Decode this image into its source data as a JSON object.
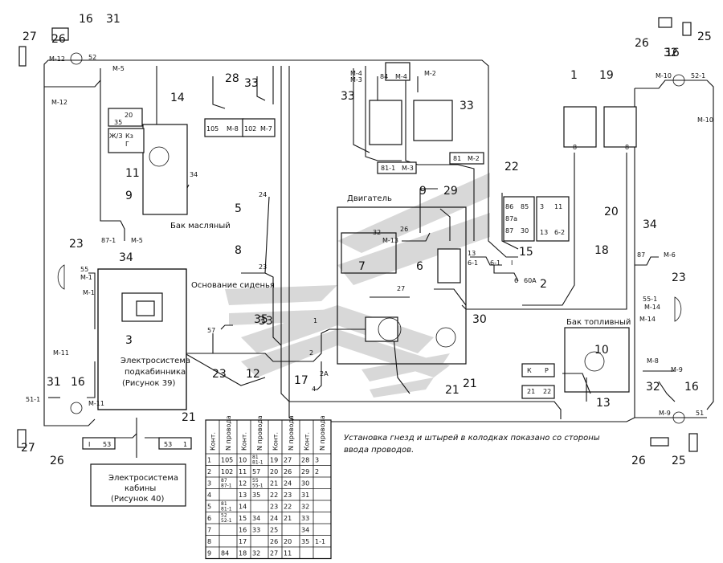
{
  "captions": {
    "engine": "Двигатель",
    "oil_tank": "Бак масляный",
    "seat_base": "Основание сиденья",
    "fuel_tank": "Бак топливный",
    "subcab_system": [
      "Электросистема",
      "подкабинника",
      "(Рисунок 39)"
    ],
    "cab_system": [
      "Электросистема",
      "кабины",
      "(Рисунок 40)"
    ],
    "note": [
      "Установка гнезд и штырей в колодках показано со стороны",
      "ввода проводов."
    ]
  },
  "part_numbers": [
    "1",
    "2",
    "3",
    "5",
    "6",
    "7",
    "8",
    "9",
    "9",
    "10",
    "11",
    "12",
    "13",
    "14",
    "15",
    "16",
    "16",
    "16",
    "16",
    "17",
    "18",
    "19",
    "20",
    "21",
    "21",
    "21",
    "22",
    "23",
    "23",
    "23",
    "25",
    "25",
    "26",
    "26",
    "26",
    "26",
    "27",
    "27",
    "28",
    "29",
    "30",
    "31",
    "31",
    "32",
    "32",
    "33",
    "33",
    "33",
    "33",
    "34",
    "34",
    "35"
  ],
  "wire_marks": [
    "M-12",
    "M-12",
    "52",
    "M-5",
    "M-4",
    "M-3",
    "M-4",
    "M-2",
    "84",
    "105",
    "M-8",
    "102",
    "M-7",
    "81-1",
    "M-3",
    "81",
    "M-2",
    "20",
    "35",
    "Ж/З",
    "Кз",
    "Г",
    "34",
    "24",
    "87-1",
    "M-5",
    "55",
    "M-1",
    "M-1",
    "26",
    "32",
    "M-13",
    "27",
    "13",
    "6-1",
    "6-1",
    "60A",
    "I",
    "6",
    "M-10",
    "52-1",
    "M-10",
    "8",
    "8",
    "87",
    "M-6",
    "55-1",
    "M-14",
    "M-14",
    "57",
    "M-11",
    "M-11",
    "51-1",
    "M-9",
    "M-9",
    "M-8",
    "51",
    "К",
    "Р",
    "21",
    "22",
    "85",
    "86",
    "87a",
    "87",
    "30",
    "3",
    "11",
    "13",
    "6-2",
    "I",
    "53",
    "53",
    "1",
    "1",
    "2",
    "2A",
    "4",
    "23"
  ],
  "table": {
    "headers": [
      "Конт.",
      "N провода",
      "Конт.",
      "N провода",
      "Конт.",
      "N провода",
      "Конт.",
      "N провода"
    ],
    "rows": [
      [
        "1",
        "105",
        "10",
        "81\n81-1",
        "19",
        "27",
        "28",
        "3"
      ],
      [
        "2",
        "102",
        "11",
        "57",
        "20",
        "26",
        "29",
        "2"
      ],
      [
        "3",
        "87\n87-1",
        "12",
        "55\n55-1",
        "21",
        "24",
        "30",
        ""
      ],
      [
        "4",
        "",
        "13",
        "35",
        "22",
        "23",
        "31",
        ""
      ],
      [
        "5",
        "81\n81-1",
        "14",
        "",
        "23",
        "22",
        "32",
        ""
      ],
      [
        "6",
        "52\n52-1",
        "15",
        "34",
        "24",
        "21",
        "33",
        ""
      ],
      [
        "7",
        "",
        "16",
        "33",
        "25",
        "",
        "34",
        ""
      ],
      [
        "8",
        "",
        "17",
        "",
        "26",
        "20",
        "35",
        "1-1"
      ],
      [
        "9",
        "84",
        "18",
        "32",
        "27",
        "11",
        "",
        ""
      ]
    ]
  }
}
